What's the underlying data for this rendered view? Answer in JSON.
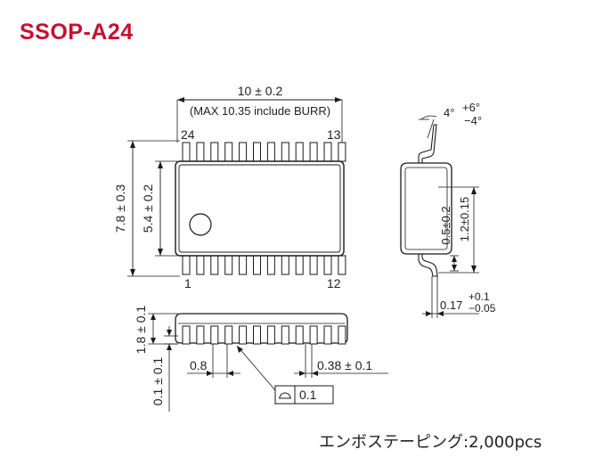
{
  "title": "SSOP-A24",
  "colors": {
    "title": "#c8102e",
    "ink": "#1a1a1a"
  },
  "top_view": {
    "width_dim": "10 ± 0.2",
    "width_note": "(MAX 10.35 include BURR)",
    "pin_top_left": "24",
    "pin_top_right": "13",
    "pin_bottom_left": "1",
    "pin_bottom_right": "12",
    "overall_height_dim": "7.8 ± 0.3",
    "body_height_dim": "5.4 ± 0.2",
    "pin_count_per_side": 12
  },
  "side_view": {
    "angle_main": "4°",
    "angle_plus": "+6°",
    "angle_minus": "−4°",
    "dim_foot": "0.5±0.2",
    "dim_height": "1.2±0.15",
    "dim_thickness_main": "0.17",
    "dim_thickness_plus": "+0.1",
    "dim_thickness_minus": "−0.05"
  },
  "front_view": {
    "dim_height": "1.8 ± 0.1",
    "dim_standoff": "0.1 ± 0.1",
    "dim_pitch": "0.8",
    "dim_lead_width": "0.38 ± 0.1",
    "flatness_value": "0.1",
    "pin_count": 12
  },
  "footnote": "エンボステーピング:2,000pcs"
}
